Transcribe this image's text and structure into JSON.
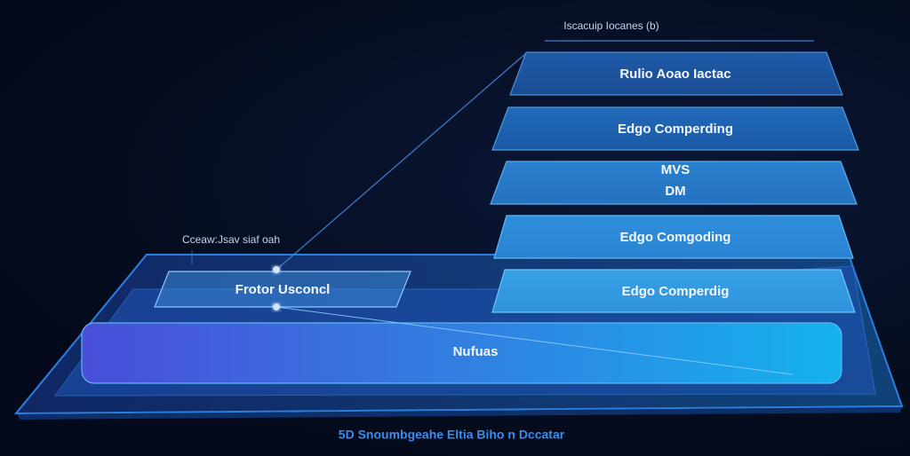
{
  "diagram": {
    "top_annotation": "Iscacuip Iocanes (b)",
    "left_annotation": "Cceaw:Jsav siaf oah",
    "small_panel_label": "Frotor Usconcl",
    "base_label": "Nufuas",
    "caption": "5D Snoumbgeahe Eltia Biho n Dccatar",
    "layers": [
      {
        "id": "layer-1",
        "lines": [
          "Rulio Aoao Iactac"
        ]
      },
      {
        "id": "layer-2",
        "lines": [
          "Edgo Comperding"
        ]
      },
      {
        "id": "layer-3",
        "lines": [
          "MVS",
          "DM"
        ]
      },
      {
        "id": "layer-4",
        "lines": [
          "Edgo Comgoding"
        ]
      },
      {
        "id": "layer-5",
        "lines": [
          "Edgo Comperdig"
        ]
      }
    ],
    "colors": {
      "background": "#050c1d",
      "panel_top": "#1c5fae",
      "panel_bottom": "#3aa5ea",
      "accent": "#3a8cf0",
      "base_left": "#4a4ed9",
      "base_right": "#15b2ee"
    }
  }
}
